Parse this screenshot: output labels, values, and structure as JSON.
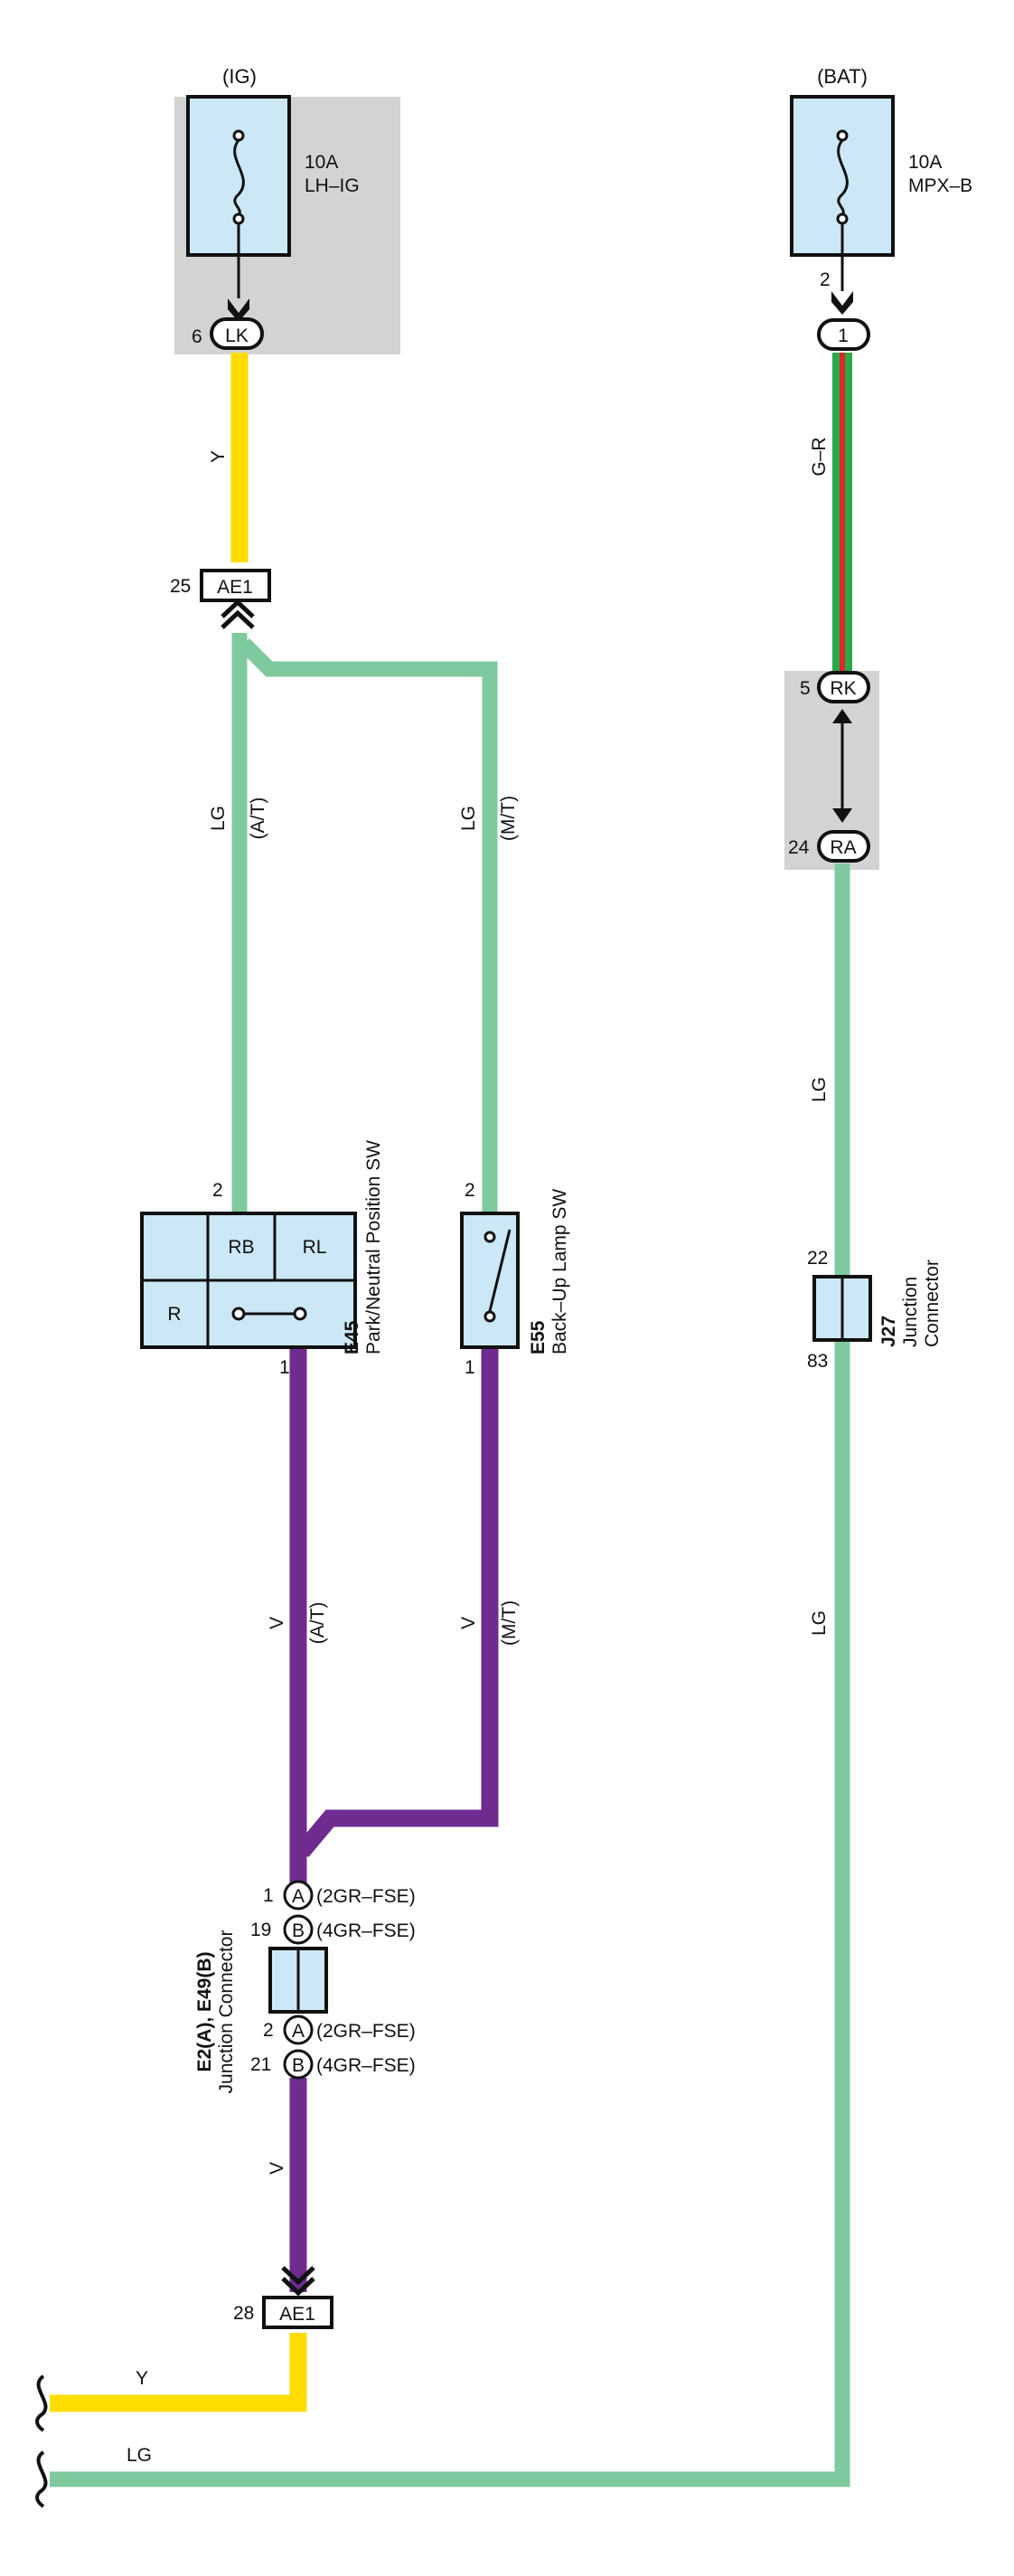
{
  "fuses": {
    "ig": {
      "supply": "(IG)",
      "rating": "10A",
      "name": "LH–IG",
      "pin": "6",
      "connector": "LK"
    },
    "bat": {
      "supply": "(BAT)",
      "rating": "10A",
      "name": "MPX–B",
      "pin_top": "2",
      "connector_top": "1",
      "pin_rk": "5",
      "connector_rk": "RK",
      "pin_ra": "24",
      "connector_ra": "RA"
    }
  },
  "wires": {
    "y_top": "Y",
    "gr": "G–R",
    "lg_at": "LG",
    "lg_at_note": "(A/T)",
    "lg_mt": "LG",
    "lg_mt_note": "(M/T)",
    "lg_right_upper": "LG",
    "lg_right_lower": "LG",
    "v_at": "V",
    "v_at_note": "(A/T)",
    "v_mt": "V",
    "v_mt_note": "(M/T)",
    "v_lower": "V",
    "y_bottom": "Y",
    "lg_bottom": "LG"
  },
  "connectors": {
    "ae1_top": {
      "pin": "25",
      "name": "AE1"
    },
    "ae1_bottom": {
      "pin": "28",
      "name": "AE1"
    }
  },
  "components": {
    "e45": {
      "id": "E45",
      "name": "Park/Neutral Position SW",
      "pin_top": "2",
      "pin_bottom": "1",
      "cells": [
        "RB",
        "RL",
        "R"
      ]
    },
    "e55": {
      "id": "E55",
      "name": "Back–Up Lamp SW",
      "pin_top": "2",
      "pin_bottom": "1"
    },
    "j27": {
      "id": "J27",
      "name_line1": "Junction",
      "name_line2": "Connector",
      "pin_top": "22",
      "pin_bottom": "83"
    },
    "e2": {
      "id": "E2(A), E49(B)",
      "name": "Junction Connector",
      "rows": [
        {
          "pin": "1",
          "letter": "A",
          "note": "(2GR–FSE)"
        },
        {
          "pin": "19",
          "letter": "B",
          "note": "(4GR–FSE)"
        },
        {
          "pin": "2",
          "letter": "A",
          "note": "(2GR–FSE)"
        },
        {
          "pin": "21",
          "letter": "B",
          "note": "(4GR–FSE)"
        }
      ]
    }
  },
  "colors": {
    "yellow": "#FFDD00",
    "light_green": "#7FC99F",
    "violet": "#6E2C91",
    "green": "#2AA84A",
    "red": "#E0262B",
    "fuse_box": "#CCE8F6",
    "shade": "#D3D3D3"
  }
}
